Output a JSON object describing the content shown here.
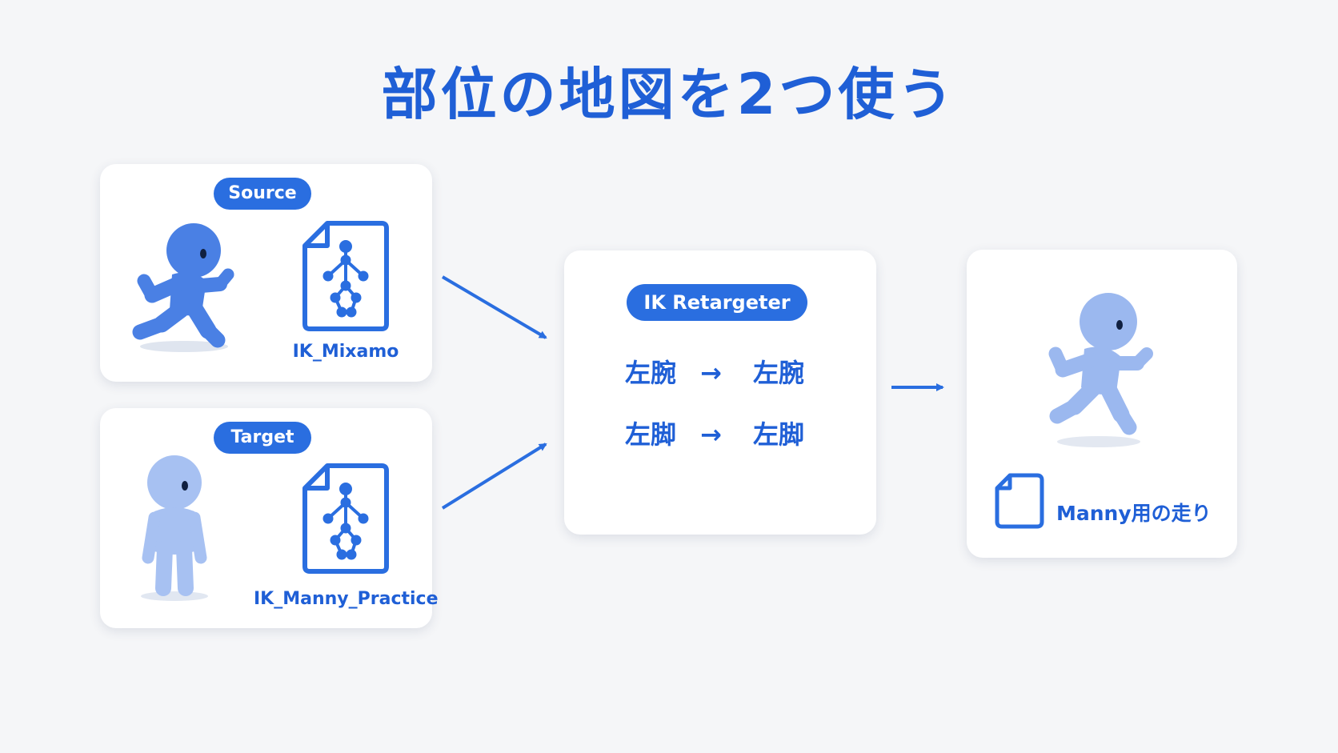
{
  "title": "部位の地図を2つ使う",
  "source": {
    "badge": "Source",
    "file_label": "IK_Mixamo"
  },
  "target": {
    "badge": "Target",
    "file_label": "IK_Manny_Practice"
  },
  "retargeter": {
    "badge": "IK Retargeter",
    "mappings": [
      {
        "from": "左腕",
        "arrow": "→",
        "to": "左腕"
      },
      {
        "from": "左脚",
        "arrow": "→",
        "to": "左脚"
      }
    ]
  },
  "output": {
    "file_label": "Manny用の走り"
  },
  "colors": {
    "accent": "#1f5fd6",
    "pill": "#2a6ee0",
    "source_figure": "#4a80e4",
    "target_figure": "#a7c1f2",
    "output_figure": "#9bb8ef",
    "background": "#f5f6f8"
  }
}
